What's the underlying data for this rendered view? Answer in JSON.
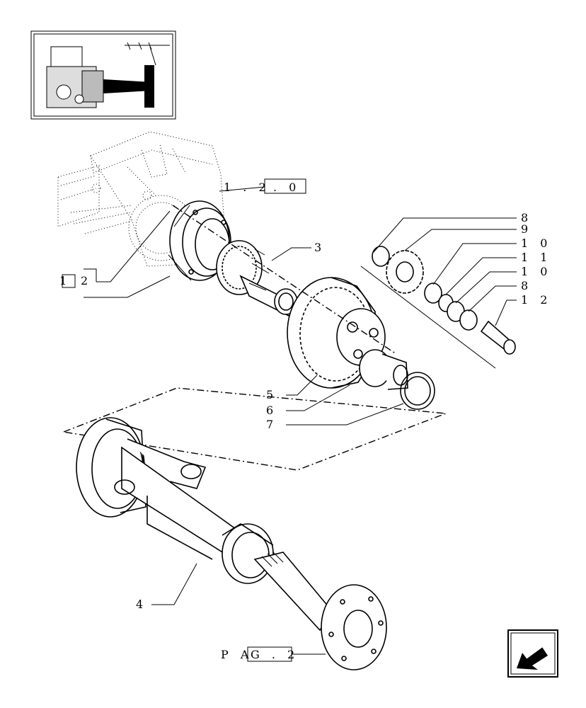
{
  "references": {
    "group_ref_a": "1 . 2",
    "group_ref_b": ". 0",
    "side_ref_a": "1",
    "side_ref_b": "2",
    "page_ref_a": "P A",
    "page_ref_b": "G . 2"
  },
  "callouts": {
    "c3": "3",
    "c4": "4",
    "c5": "5",
    "c6": "6",
    "c7": "7",
    "c8a": "8",
    "c9": "9",
    "c10a": "1 0",
    "c11": "1 1",
    "c10b": "1 0",
    "c8b": "8",
    "c12": "1 2"
  },
  "colors": {
    "ink": "#000000",
    "paper": "#ffffff"
  },
  "icons": {
    "thumbnail": "assembly-location-thumbnail",
    "nav": "previous-page-arrow-icon"
  }
}
